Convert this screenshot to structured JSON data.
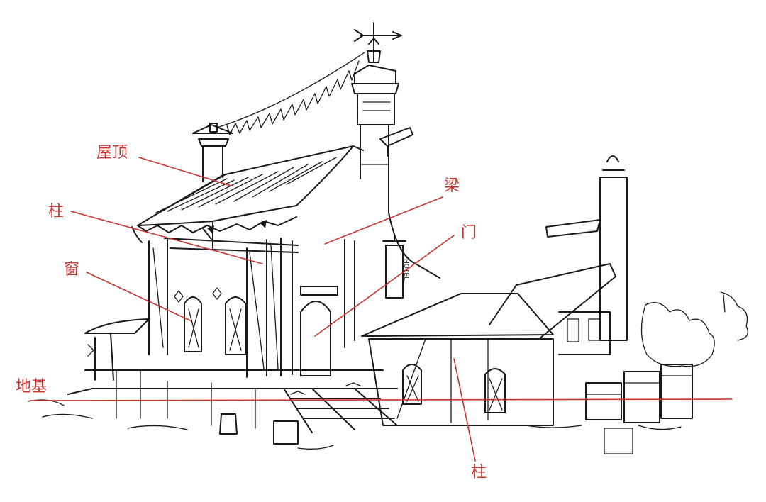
{
  "colors": {
    "annotation": "#c8342e",
    "ink": "#1a1a1a",
    "paper": "#ffffff"
  },
  "labels": {
    "roof": "屋顶",
    "column_left": "柱",
    "window": "窗",
    "beam": "梁",
    "door": "门",
    "foundation": "地基",
    "column_bottom": "柱"
  },
  "sign": {
    "hotel": "HOTEL"
  }
}
